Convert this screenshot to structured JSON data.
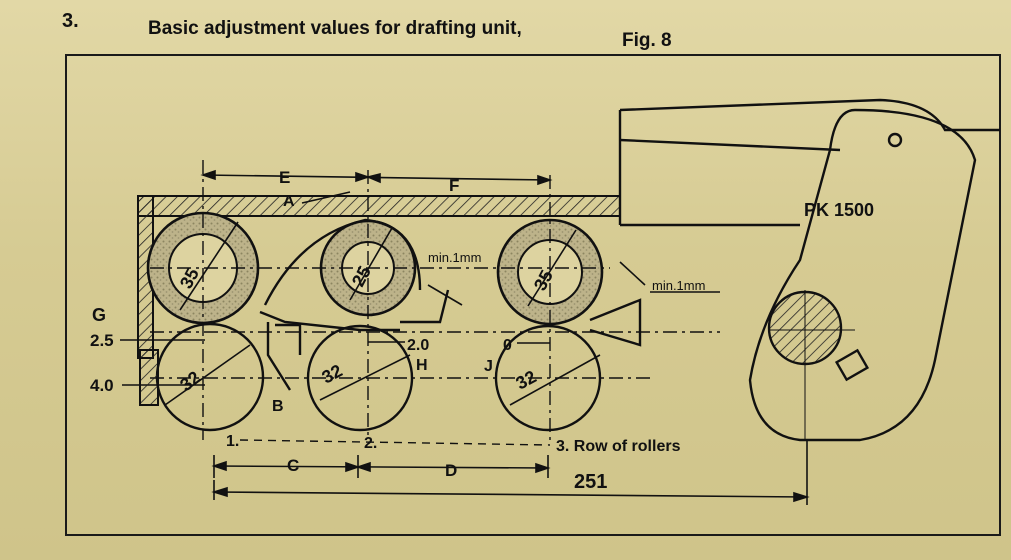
{
  "heading": {
    "section_number": "3.",
    "title": "Basic adjustment values for drafting unit,",
    "figure": "Fig. 8"
  },
  "diagram": {
    "machine_label": "PK 1500",
    "dimensions": {
      "top_roller_1": "35",
      "top_roller_2": "25",
      "top_roller_3": "35",
      "bottom_roller_1": "32",
      "bottom_roller_2": "32",
      "bottom_roller_3": "32",
      "min_gap_1": "min.1mm",
      "min_gap_2": "min.1mm",
      "dim_2_5": "2.5",
      "dim_4_0": "4.0",
      "dim_2_0": "2.0",
      "dim_0": "0",
      "dim_251": "251"
    },
    "letters": {
      "A": "A",
      "B": "B",
      "C": "C",
      "D": "D",
      "E": "E",
      "F": "F",
      "G": "G",
      "H": "H",
      "J": "J"
    },
    "rows": {
      "row_1": "1.",
      "row_2": "2.",
      "row_3": "3. Row of rollers"
    }
  }
}
